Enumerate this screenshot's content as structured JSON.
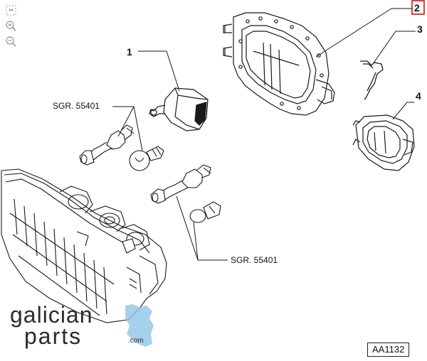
{
  "toolbar": {
    "icons": [
      "fit-screen-icon",
      "zoom-in-icon",
      "zoom-out-icon"
    ]
  },
  "callouts": {
    "part_1": "1",
    "part_2": "2",
    "part_3": "3",
    "part_4": "4",
    "sgr_top": "SGR. 55401",
    "sgr_bottom": "SGR. 55401"
  },
  "reference_code": "AA1132",
  "watermark": {
    "line1": "galician",
    "line2": "parts",
    "suffix": ".com"
  },
  "colors": {
    "highlight_box": "#d40000",
    "line_art": "#1a1a1a",
    "watermark_text": "#2b2b2b",
    "watermark_accent": "#8fc6e8"
  }
}
